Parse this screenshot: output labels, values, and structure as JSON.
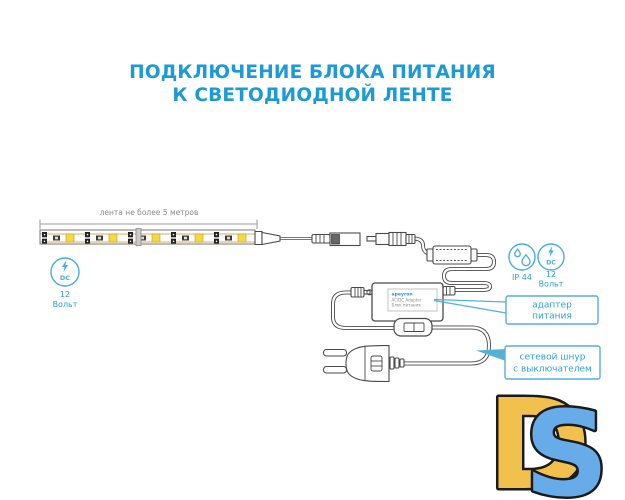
{
  "title": {
    "line1": "ПОДКЛЮЧЕНИЕ БЛОКА ПИТАНИЯ",
    "line2": "К СВЕТОДИОДНОЙ ЛЕНТЕ"
  },
  "strip": {
    "dimension_label": "лента не более 5 метров"
  },
  "adapter": {
    "brand": "apeyron",
    "type_label": "AC/DC Adapter",
    "name_label": "Блок питания"
  },
  "callouts": {
    "adapter": {
      "line1": "адаптер",
      "line2": "питания"
    },
    "power_cord": {
      "line1": "сетевой шнур",
      "line2": "с выключателем"
    }
  },
  "badges": {
    "dc12_left": {
      "icon": "lightning-dc-icon",
      "dc": "DC",
      "value": "12",
      "unit": "Вольт"
    },
    "ip44": {
      "icon": "water-drops-icon",
      "label": "IP 44"
    },
    "dc12_right": {
      "icon": "lightning-dc-icon",
      "dc": "DC",
      "value": "12",
      "unit": "Вольт"
    }
  },
  "logo": {
    "d": "D",
    "s": "S"
  },
  "colors": {
    "title_blue": "#1b9ad6",
    "accent_blue": "#45aed6",
    "line_gray": "#4a4a4a",
    "led_yellow": "#f7d83f",
    "trace_tan": "#dca86a",
    "logo_yellow": "#f2c04c",
    "logo_blue": "#67ace9"
  }
}
